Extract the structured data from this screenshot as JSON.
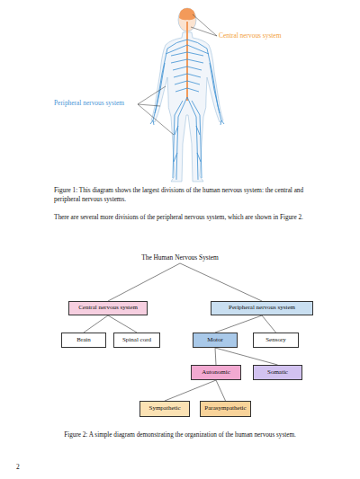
{
  "diagram": {
    "caption": "Figure 2: A simple diagram demonstrating the organization of the human nervous system.",
    "nodes": [
      {
        "text": [
          "The Human Nervous System"
        ]
      },
      {
        "text": [
          "Central nervous system"
        ]
      },
      {
        "text": [
          "Peripheral nervous system"
        ]
      },
      {
        "text": [
          "Brain"
        ]
      },
      {
        "text": [
          "Spinal cord"
        ]
      },
      {
        "text": [
          "Motor"
        ]
      },
      {
        "text": [
          "Sensory"
        ]
      },
      {
        "text": [
          "Autonomic"
        ]
      },
      {
        "text": [
          "Somatic"
        ]
      },
      {
        "text": [
          "Sympathetic"
        ]
      },
      {
        "text": [
          "Parasympathetic"
        ]
      }
    ],
    "edges": [
      {
        "from": 0,
        "to": 1,
        "arrow": "none"
      },
      {
        "from": 0,
        "to": 2,
        "arrow": "none"
      },
      {
        "from": 1,
        "to": 3,
        "arrow": "none"
      },
      {
        "from": 1,
        "to": 4,
        "arrow": "none"
      },
      {
        "from": 2,
        "to": 5,
        "arrow": "none"
      },
      {
        "from": 2,
        "to": 6,
        "arrow": "none"
      },
      {
        "from": 5,
        "to": 7,
        "arrow": "none"
      },
      {
        "from": 5,
        "to": 8,
        "arrow": "none"
      },
      {
        "from": 7,
        "to": 9,
        "arrow": "none"
      },
      {
        "from": 7,
        "to": 10,
        "arrow": "none"
      }
    ],
    "labels": [
      "Central nervous system",
      "Peripheral nervous system",
      "Figure 1: This diagram shows the largest divisions of the human nervous system: the central and peripheral nervous systems.",
      "There are several more divisions of the peripheral nervous system, which are shown in Figure 2.",
      "2"
    ]
  }
}
